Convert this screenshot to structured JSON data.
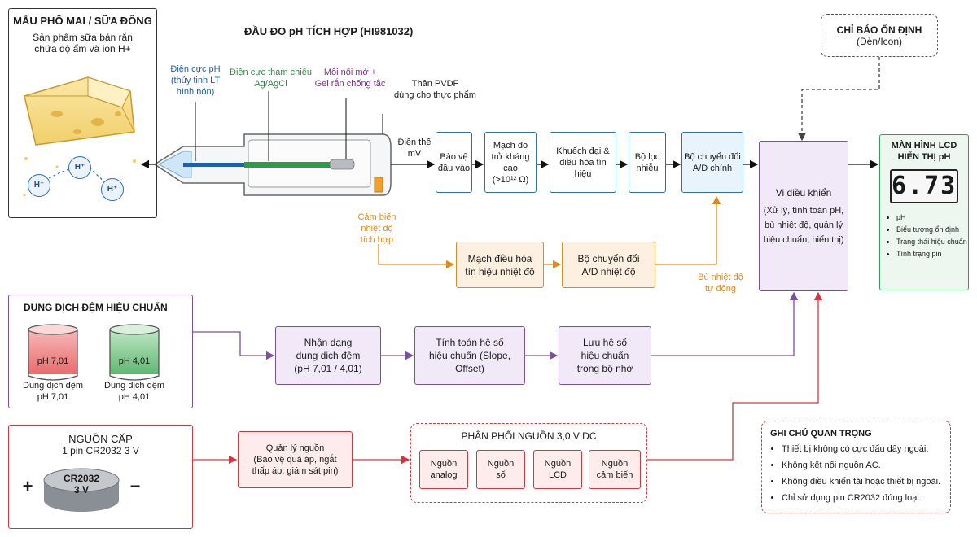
{
  "probe": {
    "title": "ĐẦU ĐO pH TÍCH HỢP (HI981032)",
    "ph_electrode": [
      "Điện cực pH",
      "(thủy tinh LT",
      "hình nón)"
    ],
    "ref_electrode": [
      "Điện cực tham chiếu",
      "Ag/AgCl"
    ],
    "junction": [
      "Mối nối mở +",
      "Gel rắn chống tắc"
    ],
    "body": [
      "Thân PVDF",
      "dùng cho thực phẩm"
    ],
    "temp_sensor": [
      "Cảm biến",
      "nhiệt độ",
      "tích hợp"
    ]
  },
  "sample": {
    "title": "MẪU PHÔ MAI / SỮA ĐÔNG",
    "desc": [
      "Sản phẩm sữa bán rắn",
      "chứa độ ẩm và ion H+"
    ],
    "ion": "H⁺"
  },
  "signal": {
    "mv_label": [
      "Điện thế",
      "mV"
    ],
    "input_protect": [
      "Bảo vệ",
      "đầu vào"
    ],
    "high_impedance": [
      "Mạch đo",
      "trở kháng cao",
      "(>10¹² Ω)"
    ],
    "amplifier": [
      "Khuếch đại &",
      "điều hòa tín hiệu"
    ],
    "filter": [
      "Bộ lọc",
      "nhiễu"
    ],
    "adc_main": [
      "Bộ chuyển đổi",
      "A/D chính"
    ]
  },
  "temp": {
    "conditioner": [
      "Mạch điều hòa",
      "tín hiệu nhiệt độ"
    ],
    "adc": [
      "Bộ chuyển đổi",
      "A/D nhiệt độ"
    ],
    "compensation": [
      "Bù nhiệt độ",
      "tự động"
    ]
  },
  "stability": {
    "title": "CHỈ BÁO ỔN ĐỊNH",
    "sub": "(Đèn/Icon)"
  },
  "mcu": {
    "title": "Vi điều khiển",
    "desc": [
      "(Xử lý, tính toán pH,",
      "bù nhiệt độ, quản lý",
      "hiệu chuẩn, hiển thị)"
    ]
  },
  "lcd": {
    "title": [
      "MÀN HÌNH LCD",
      "HIỂN THỊ pH"
    ],
    "reading": "6.73",
    "items": [
      "pH",
      "Biểu tượng ổn định",
      "Trạng thái hiệu chuẩn",
      "Tình trạng pin"
    ]
  },
  "calibration": {
    "title": "DUNG DỊCH ĐỆM HIỆU CHUẨN",
    "buffer1_label": "pH 7,01",
    "buffer1_caption": [
      "Dung dịch đệm",
      "pH 7,01"
    ],
    "buffer2_label": "pH 4,01",
    "buffer2_caption": [
      "Dung dịch đệm",
      "pH 4,01"
    ],
    "recognize": [
      "Nhận dạng",
      "dung dịch đệm",
      "(pH 7,01 / 4,01)"
    ],
    "compute": [
      "Tính toán hệ số",
      "hiệu chuẩn (Slope,",
      "Offset)"
    ],
    "store": [
      "Lưu hệ số",
      "hiệu chuẩn",
      "trong bộ nhớ"
    ]
  },
  "power": {
    "title": "NGUỒN CẤP",
    "sub": "1 pin CR2032 3 V",
    "battery": [
      "CR2032",
      "3 V"
    ],
    "plus": "+",
    "minus": "−",
    "manager": [
      "Quản lý nguồn",
      "(Bảo vệ quá áp, ngắt",
      "thấp áp, giám sát pin)"
    ],
    "distribution_title": "PHÂN PHỐI NGUỒN 3,0 V DC",
    "rails": [
      [
        "Nguồn",
        "analog"
      ],
      [
        "Nguồn",
        "số"
      ],
      [
        "Nguồn",
        "LCD"
      ],
      [
        "Nguồn",
        "cảm biến"
      ]
    ]
  },
  "notes": {
    "title": "GHI CHÚ QUAN TRỌNG",
    "items": [
      "Thiết bị không có cực đấu dây ngoài.",
      "Không kết nối nguồn AC.",
      "Không điều khiển tải hoặc thiết bị ngoài.",
      "Chỉ sử dụng pin CR2032 đúng loại."
    ]
  },
  "colors": {
    "signal": "#2a6fb3",
    "temperature": "#e08a1e",
    "calibration": "#7b4ea6",
    "power": "#d9343a",
    "display": "#3a9a55"
  }
}
